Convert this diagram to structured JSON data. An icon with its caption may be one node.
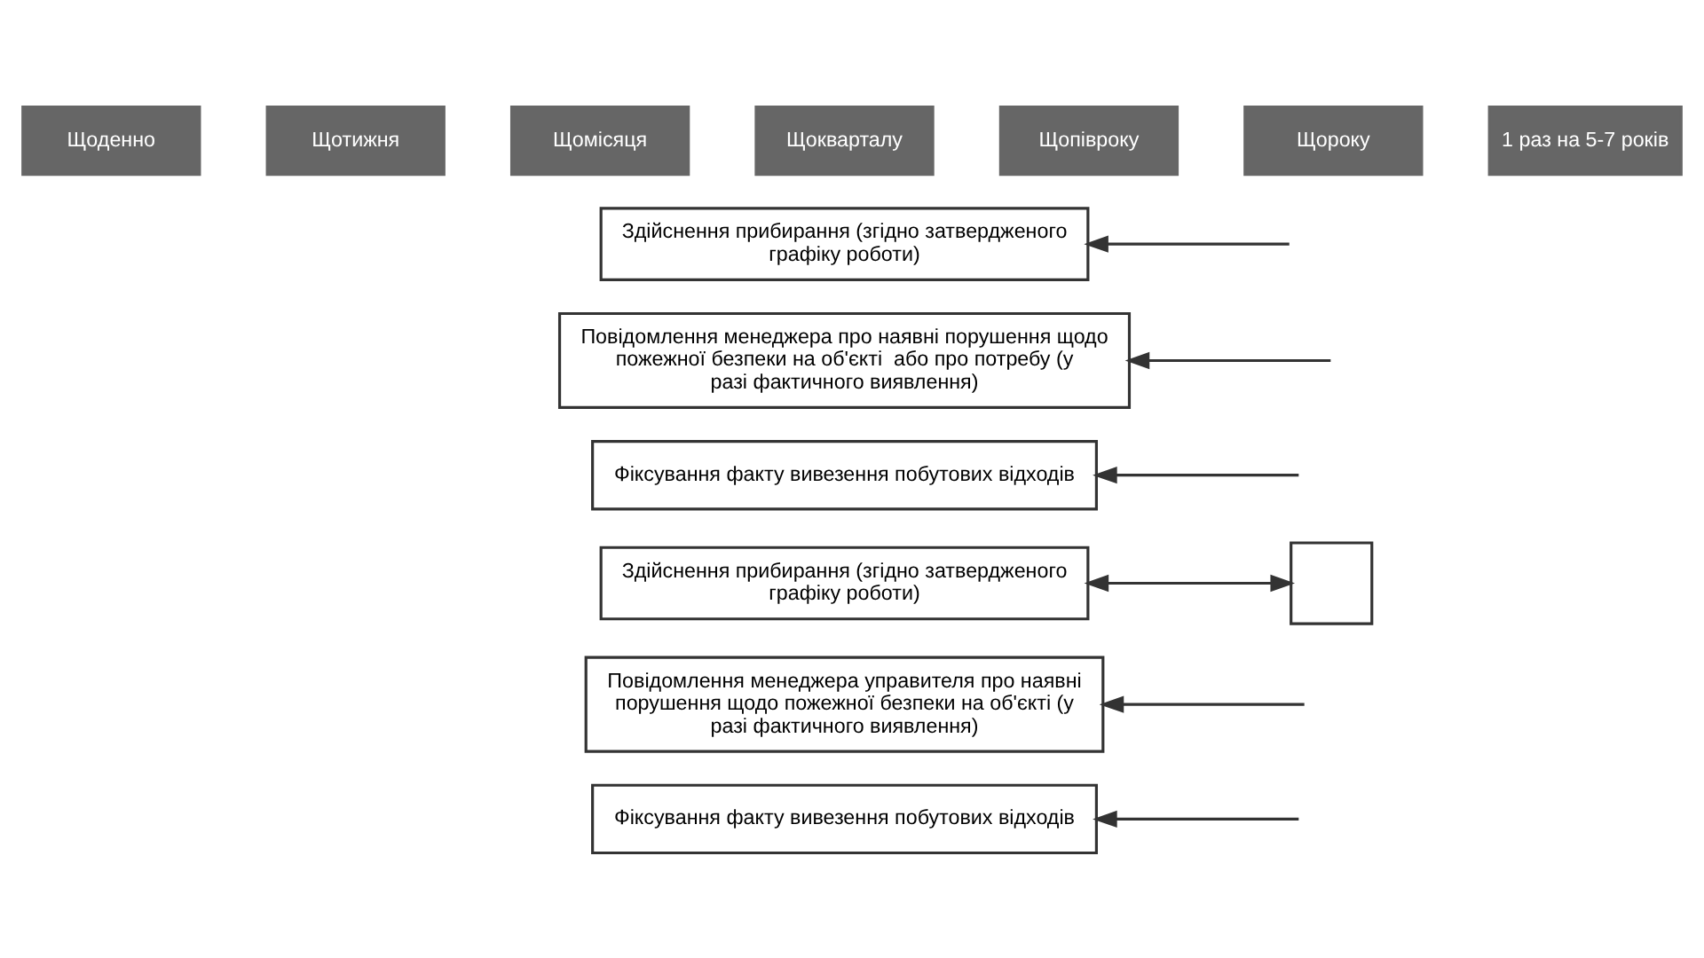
{
  "diagram": {
    "nodes": [
      {
        "text": [
          "Здійснення прибирання (згідно затвердженого графіку роботи)"
        ]
      },
      {
        "text": [
          "Повідомлення менеджера про наявні порушення щодо пожежної безпеки на об'єкті  або про потребу (у разі фактичного виявлення)"
        ]
      },
      {
        "text": [
          "Фіксування факту вивезення побутових відходів"
        ]
      },
      {
        "text": [
          "Здійснення прибирання (згідно затвердженого графіку роботи)"
        ]
      },
      {
        "text": [],
        "shape": "box"
      },
      {
        "text": [
          "Повідомлення менеджера управителя про наявні порушення щодо пожежної безпеки на об'єкті (у разі фактичного виявлення)"
        ]
      },
      {
        "text": [
          "Фіксування факту вивезення побутових відходів"
        ]
      }
    ],
    "edges": [
      {
        "from": null,
        "to": 0,
        "arrow": "to"
      },
      {
        "from": null,
        "to": 1,
        "arrow": "to"
      },
      {
        "from": null,
        "to": 2,
        "arrow": "to"
      },
      {
        "from": 3,
        "to": 4,
        "arrow": "both"
      },
      {
        "from": null,
        "to": 5,
        "arrow": "to"
      },
      {
        "from": null,
        "to": 6,
        "arrow": "to"
      }
    ],
    "labels": [
      "Щоденно",
      "Щотижня",
      "Щомісяця",
      "Щокварталу",
      "Щопівроку",
      "Щороку",
      "1 раз на 5-7 років"
    ]
  }
}
